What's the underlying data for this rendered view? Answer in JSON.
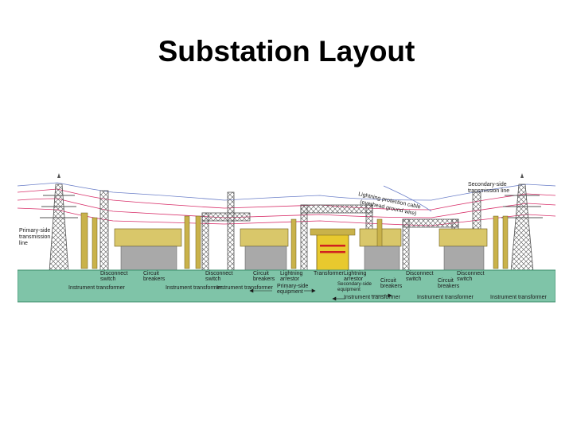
{
  "title": "Substation Layout",
  "colors": {
    "ground": "#7fc4a8",
    "ground_edge": "#3f8f6e",
    "steel": "#555555",
    "equipment": "#d9c76a",
    "insulator": "#c9b24a",
    "transformer": "#e8c92e",
    "transformer_stripe": "#d02020",
    "line_red": "#d8306a",
    "line_blue": "#6a7ec8",
    "foundation": "#a9a9a9"
  },
  "labels": {
    "primary_line": [
      "Primary-side",
      "transmission",
      "line"
    ],
    "secondary_line": [
      "Secondary-side",
      "transmission line"
    ],
    "lightning_cable": [
      "Lightning protection cable",
      "(overhead ground wire)"
    ],
    "disconnect_1": [
      "Disconnect",
      "switch"
    ],
    "breakers_1": [
      "Circuit",
      "breakers"
    ],
    "disconnect_2": [
      "Disconnect",
      "switch"
    ],
    "breakers_2": [
      "Circuit",
      "breakers"
    ],
    "arrestor_1": [
      "Lightning",
      "arrestor"
    ],
    "transformer": "Transformer",
    "arrestor_2": [
      "Lightning",
      "arrestor"
    ],
    "disconnect_3": [
      "Disconnect",
      "switch"
    ],
    "disconnect_4": [
      "Disconnect",
      "switch"
    ],
    "breakers_3": [
      "Circuit",
      "breakers"
    ],
    "breakers_4": [
      "Circuit",
      "breakers"
    ],
    "primary_equipment": [
      "Primary-side",
      "equipment"
    ],
    "secondary_equipment": [
      "Secondary-side",
      "equipment"
    ],
    "instrument_1": "Instrument transformer",
    "instrument_2": "Instrument transformer",
    "instrument_3": "Instrument transformer",
    "instrument_4": "Instrument transformer",
    "instrument_5": "Instrument transformer",
    "instrument_6": "Instrument transformer"
  }
}
